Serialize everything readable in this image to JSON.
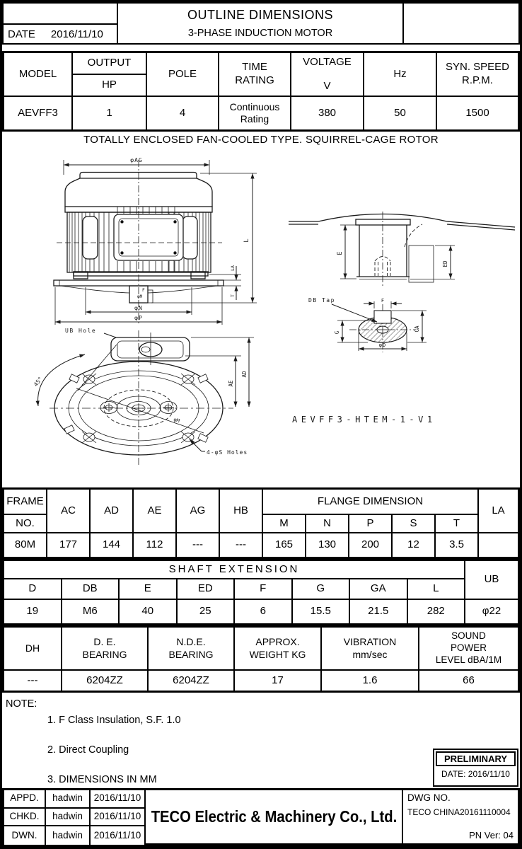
{
  "header": {
    "date_label": "DATE",
    "date_value": "2016/11/10",
    "title": "OUTLINE DIMENSIONS",
    "subtitle": "3-PHASE INDUCTION MOTOR"
  },
  "spec_table": {
    "model_header": "MODEL",
    "output_header": "OUTPUT",
    "hp_header": "HP",
    "pole_header": "POLE",
    "time_rating_header": "TIME\nRATING",
    "voltage_header": "VOLTAGE\nV",
    "hz_header": "Hz",
    "syn_speed_header": "SYN. SPEED\nR.P.M.",
    "model": "AEVFF3",
    "hp": "1",
    "pole": "4",
    "time_rating": "Continuous\nRating",
    "voltage": "380",
    "hz": "50",
    "syn_speed": "1500"
  },
  "drawing": {
    "caption": "TOTALLY ENCLOSED FAN-COOLED TYPE. SQUIRREL-CAGE ROTOR",
    "model_code": "AEVFF3-HTEM-1-V1",
    "labels": {
      "phi_ag": "φAG",
      "length": "L",
      "la": "LA",
      "t": "T",
      "f_shaft": "F",
      "phi_m_shaft": "φM",
      "phi_n": "φN",
      "phi_p": "φP",
      "ub_hole": "UB Hole",
      "angle_45": "45°",
      "ae": "AE",
      "ad": "AD",
      "phi_m_diagonal": "φM",
      "s_holes": "4-φS Holes",
      "e": "E",
      "ed": "ED",
      "db_tap": "DB Tap",
      "f_key": "F",
      "g": "G",
      "ga": "GA",
      "phi_d": "φD"
    }
  },
  "frame_table": {
    "frame_header": "FRAME",
    "no_header": "NO.",
    "col_headers": [
      "AC",
      "AD",
      "AE",
      "AG",
      "HB"
    ],
    "flange_header": "FLANGE DIMENSION",
    "flange_cols": [
      "M",
      "N",
      "P",
      "S",
      "T"
    ],
    "la_header": "LA",
    "values": [
      "80M",
      "177",
      "144",
      "112",
      "---",
      "---",
      "165",
      "130",
      "200",
      "12",
      "3.5",
      ""
    ]
  },
  "shaft_table": {
    "title": "SHAFT EXTENSION",
    "ub_header": "UB",
    "col_headers": [
      "D",
      "DB",
      "E",
      "ED",
      "F",
      "G",
      "GA",
      "L"
    ],
    "values": [
      "19",
      "M6",
      "40",
      "25",
      "6",
      "15.5",
      "21.5",
      "282",
      "φ22"
    ]
  },
  "bearing_table": {
    "col_headers": [
      "DH",
      "D. E.\nBEARING",
      "N.D.E.\nBEARING",
      "APPROX.\nWEIGHT KG",
      "VIBRATION\nmm/sec",
      "SOUND\nPOWER\nLEVEL dBA/1M"
    ],
    "values": [
      "---",
      "6204ZZ",
      "6204ZZ",
      "17",
      "1.6",
      "66"
    ]
  },
  "note": {
    "label": "NOTE:",
    "lines": [
      "1. F Class Insulation, S.F. 1.0",
      "2. Direct Coupling",
      "3. DIMENSIONS IN MM"
    ]
  },
  "preliminary": {
    "title": "PRELIMINARY",
    "date": "DATE: 2016/11/10"
  },
  "footer": {
    "rows": [
      [
        "APPD.",
        "hadwin",
        "2016/11/10"
      ],
      [
        "CHKD.",
        "hadwin",
        "2016/11/10"
      ],
      [
        "DWN.",
        "hadwin",
        "2016/11/10"
      ]
    ],
    "company": "TECO Electric & Machinery Co., Ltd.",
    "dwg_no_label": "DWG NO.",
    "dwg_no": "TECO CHINA20161110004",
    "pn_ver": "PN Ver: 04"
  }
}
